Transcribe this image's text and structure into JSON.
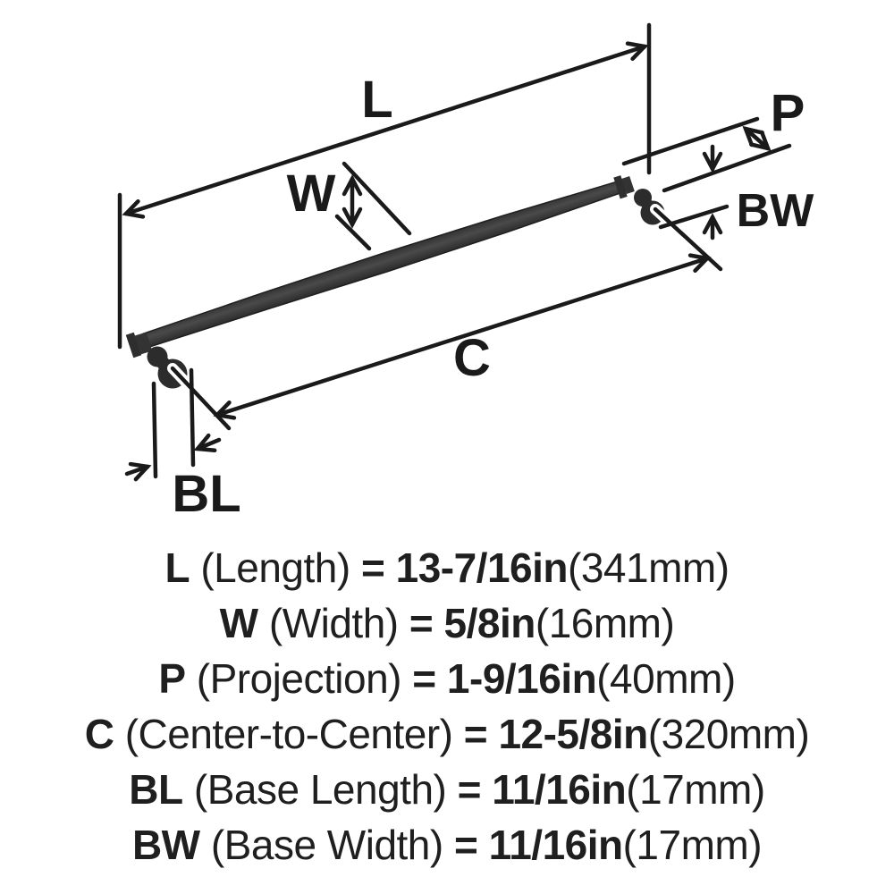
{
  "diagram": {
    "labels": {
      "length": "L",
      "width": "W",
      "projection": "P",
      "center": "C",
      "base_length": "BL",
      "base_width": "BW"
    }
  },
  "specs": [
    {
      "label": "L",
      "name": "(Length)",
      "eq": "=",
      "value_in": "13-7/16in",
      "value_mm": "(341mm)"
    },
    {
      "label": "W",
      "name": "(Width)",
      "eq": "=",
      "value_in": "5/8in",
      "value_mm": "(16mm)"
    },
    {
      "label": "P",
      "name": "(Projection)",
      "eq": "=",
      "value_in": "1-9/16in",
      "value_mm": "(40mm)"
    },
    {
      "label": "C",
      "name": "(Center-to-Center)",
      "eq": "=",
      "value_in": "12-5/8in",
      "value_mm": "(320mm)"
    },
    {
      "label": "BL",
      "name": "(Base Length)",
      "eq": "=",
      "value_in": "11/16in",
      "value_mm": "(17mm)"
    },
    {
      "label": "BW",
      "name": "(Base Width)",
      "eq": "=",
      "value_in": "11/16in",
      "value_mm": "(17mm)"
    }
  ],
  "colors": {
    "line": "#1a1a1a",
    "handle_dark": "#262626",
    "handle_mid": "#454545",
    "background": "#ffffff"
  }
}
